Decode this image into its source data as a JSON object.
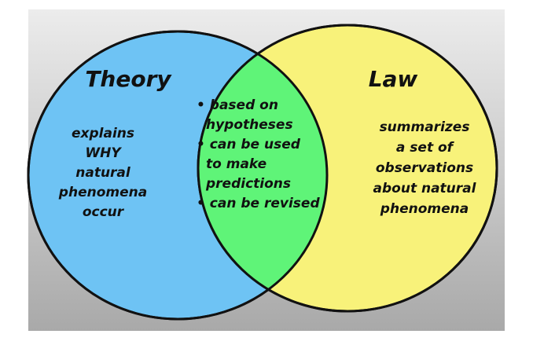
{
  "diagram": {
    "type": "venn",
    "left_set": {
      "title": "Theory",
      "lines": [
        "explains",
        "WHY",
        "natural",
        "phenomena",
        "occur"
      ],
      "color": "#6ec3f4"
    },
    "right_set": {
      "title": "Law",
      "lines": [
        "summarizes",
        "a set of",
        "observations",
        "about natural",
        "phenomena"
      ],
      "color": "#f8f27a"
    },
    "overlap": {
      "lines": [
        "• based on",
        "hypotheses",
        "• can be used",
        "to make",
        "predictions",
        "• can be revised"
      ],
      "color": "#5ff478"
    },
    "background": {
      "top": "#ececec",
      "bottom": "#a9a9a9"
    }
  }
}
